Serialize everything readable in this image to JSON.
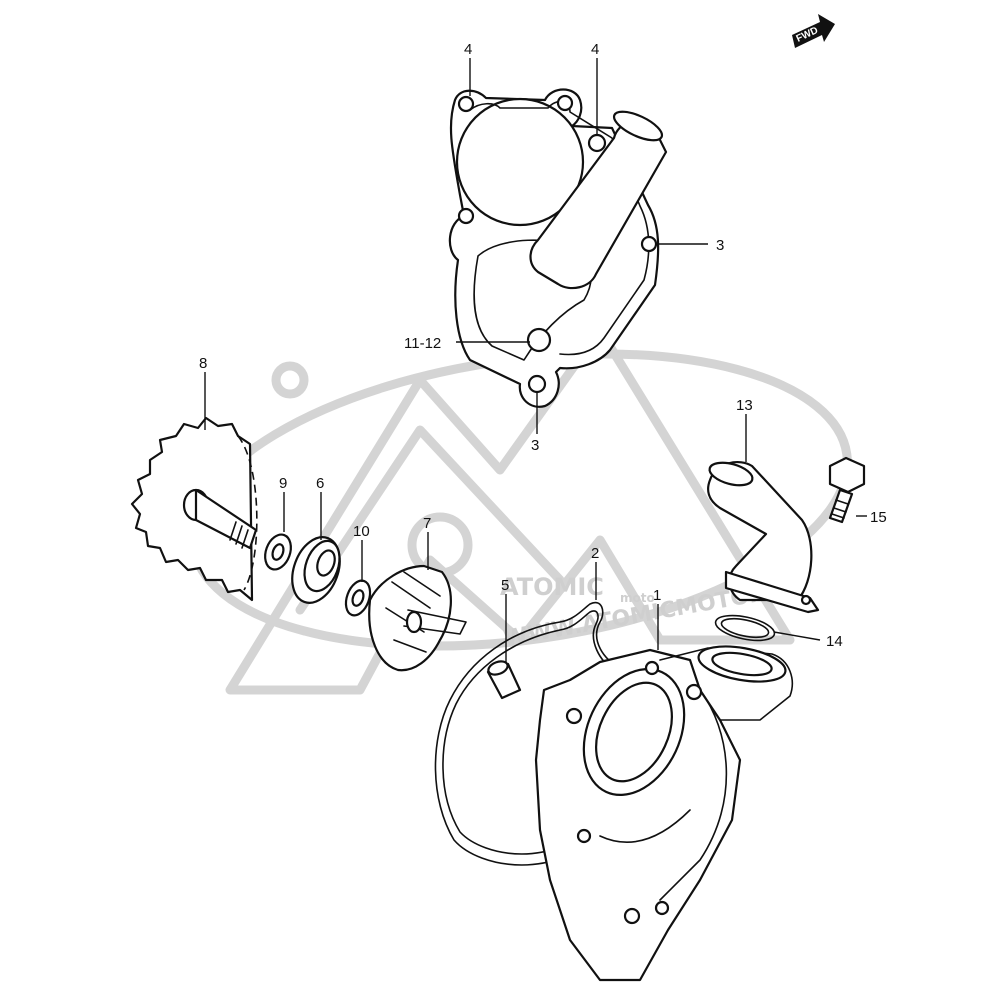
{
  "watermark": {
    "brand_main": "ATOMIC",
    "brand_sub": "moto",
    "url": "WWW.ATOMICMOTO.IT"
  },
  "fwd_badge": {
    "text": "FWD"
  },
  "callouts": [
    {
      "id": "c4a",
      "text": "4"
    },
    {
      "id": "c4b",
      "text": "4"
    },
    {
      "id": "c3a",
      "text": "3"
    },
    {
      "id": "c1112",
      "text": "11-12"
    },
    {
      "id": "c3b",
      "text": "3"
    },
    {
      "id": "c8",
      "text": "8"
    },
    {
      "id": "c13",
      "text": "13"
    },
    {
      "id": "c9",
      "text": "9"
    },
    {
      "id": "c6",
      "text": "6"
    },
    {
      "id": "c15",
      "text": "15"
    },
    {
      "id": "c10",
      "text": "10"
    },
    {
      "id": "c7",
      "text": "7"
    },
    {
      "id": "c2",
      "text": "2"
    },
    {
      "id": "c5",
      "text": "5"
    },
    {
      "id": "c1",
      "text": "1"
    },
    {
      "id": "c14",
      "text": "14"
    }
  ]
}
